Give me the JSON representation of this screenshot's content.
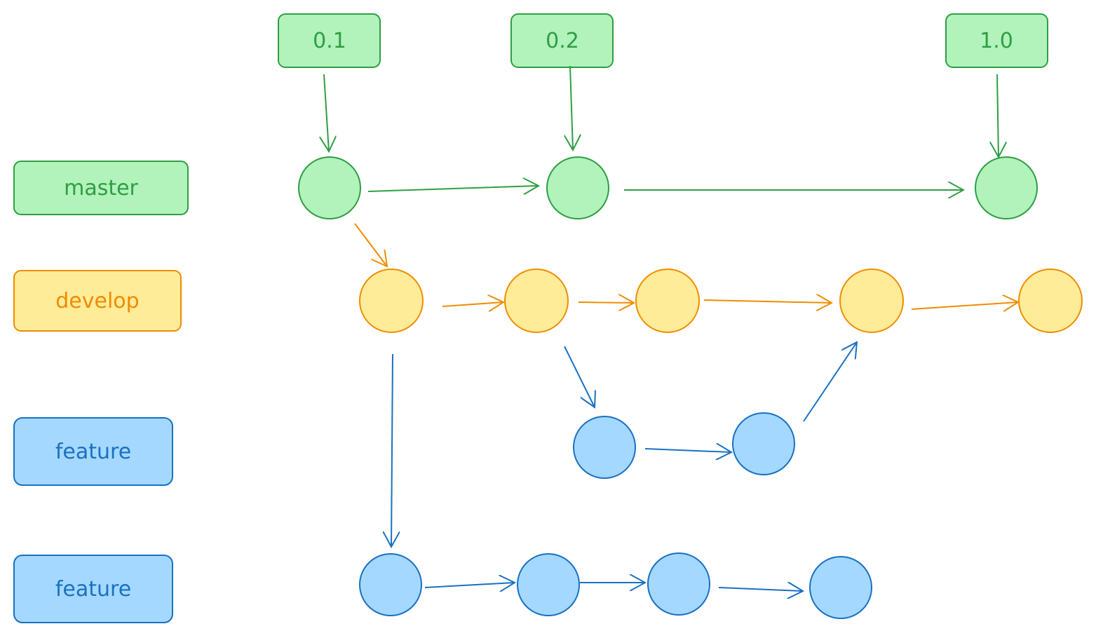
{
  "colors": {
    "green_fill": "#b2f2bb",
    "green_stroke": "#2f9e44",
    "yellow_fill": "#ffec99",
    "yellow_stroke": "#f08c00",
    "blue_fill": "#a5d8ff",
    "blue_stroke": "#1971c2"
  },
  "branches": {
    "master": "master",
    "develop": "develop",
    "feature_1": "feature",
    "feature_2": "feature"
  },
  "tags": {
    "t01": "0.1",
    "t02": "0.2",
    "t10": "1.0"
  }
}
